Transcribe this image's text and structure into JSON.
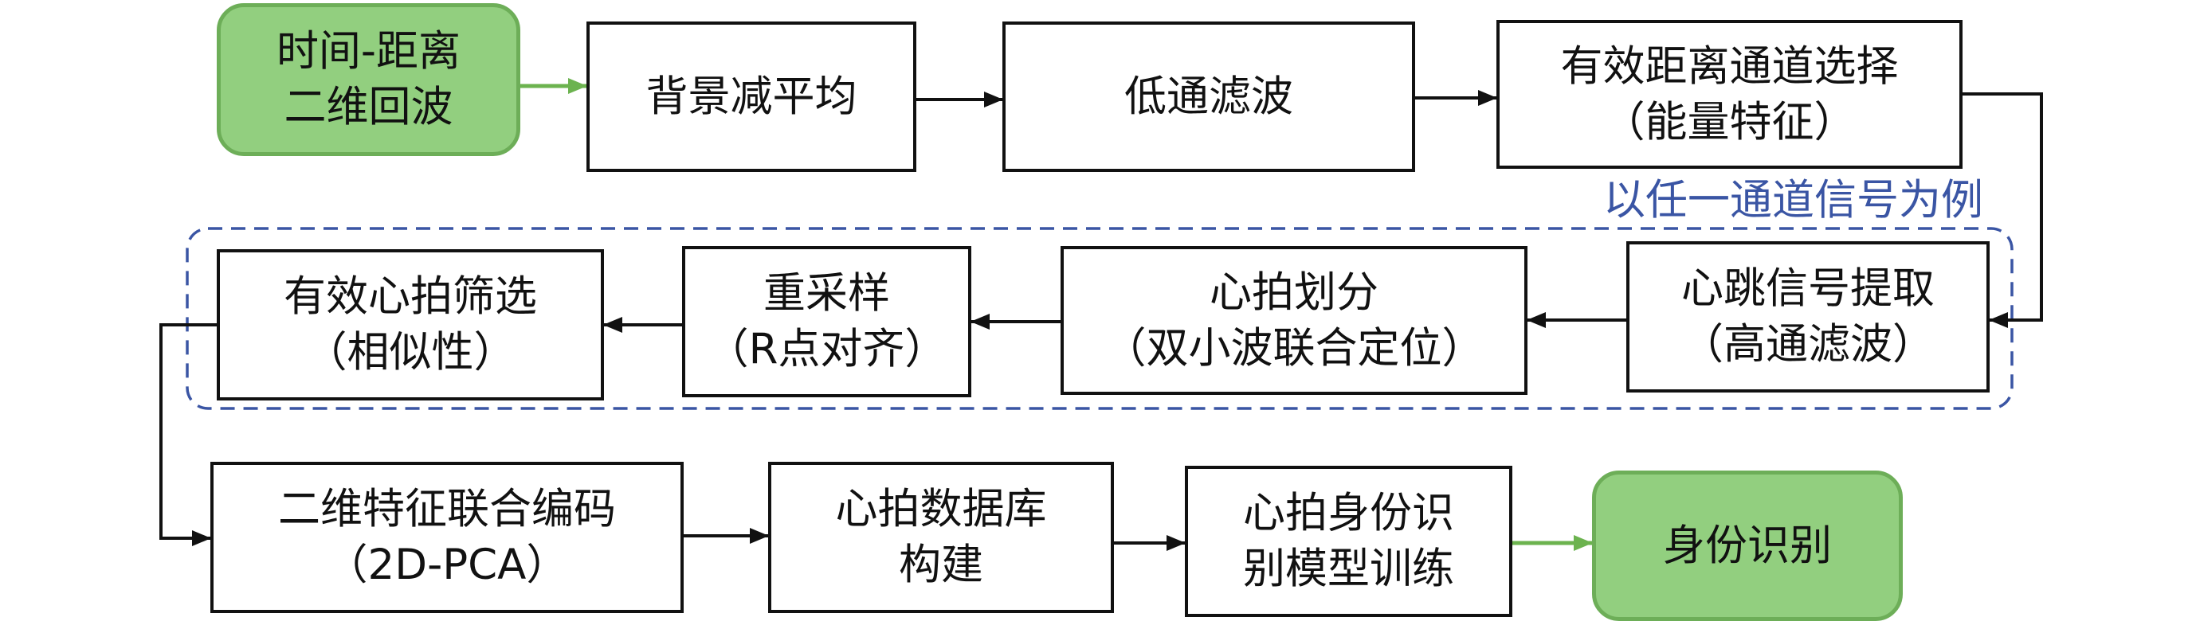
{
  "colors": {
    "box_border": "#111111",
    "arrow": "#111111",
    "green_fill": "#92cf7f",
    "green_border": "#6dae58",
    "green_arrow": "#6cb34f",
    "group_outline": "#3a55a4",
    "group_label": "#3a55a4"
  },
  "nodes": {
    "radar_echo": {
      "line1": "时间-距离",
      "line2": "二维回波"
    },
    "background_subtract": {
      "line1": "背景减平均"
    },
    "lowpass_filter": {
      "line1": "低通滤波"
    },
    "range_channel_select": {
      "line1": "有效距离通道选择",
      "line2": "（能量特征）"
    },
    "heartbeat_extract": {
      "line1": "心跳信号提取",
      "line2": "（高通滤波）"
    },
    "beat_segmentation": {
      "line1": "心拍划分",
      "line2": "（双小波联合定位）"
    },
    "resampling": {
      "line1": "重采样",
      "line2": "（R点对齐）"
    },
    "beat_screening": {
      "line1": "有效心拍筛选",
      "line2": "（相似性）"
    },
    "feature_encoding": {
      "line1": "二维特征联合编码",
      "line2": "（2D-PCA）"
    },
    "beat_database": {
      "line1": "心拍数据库",
      "line2": "构建"
    },
    "model_training": {
      "line1": "心拍身份识",
      "line2": "别模型训练"
    },
    "identification": {
      "line1": "身份识别"
    }
  },
  "group": {
    "label": "以任一通道信号为例"
  }
}
